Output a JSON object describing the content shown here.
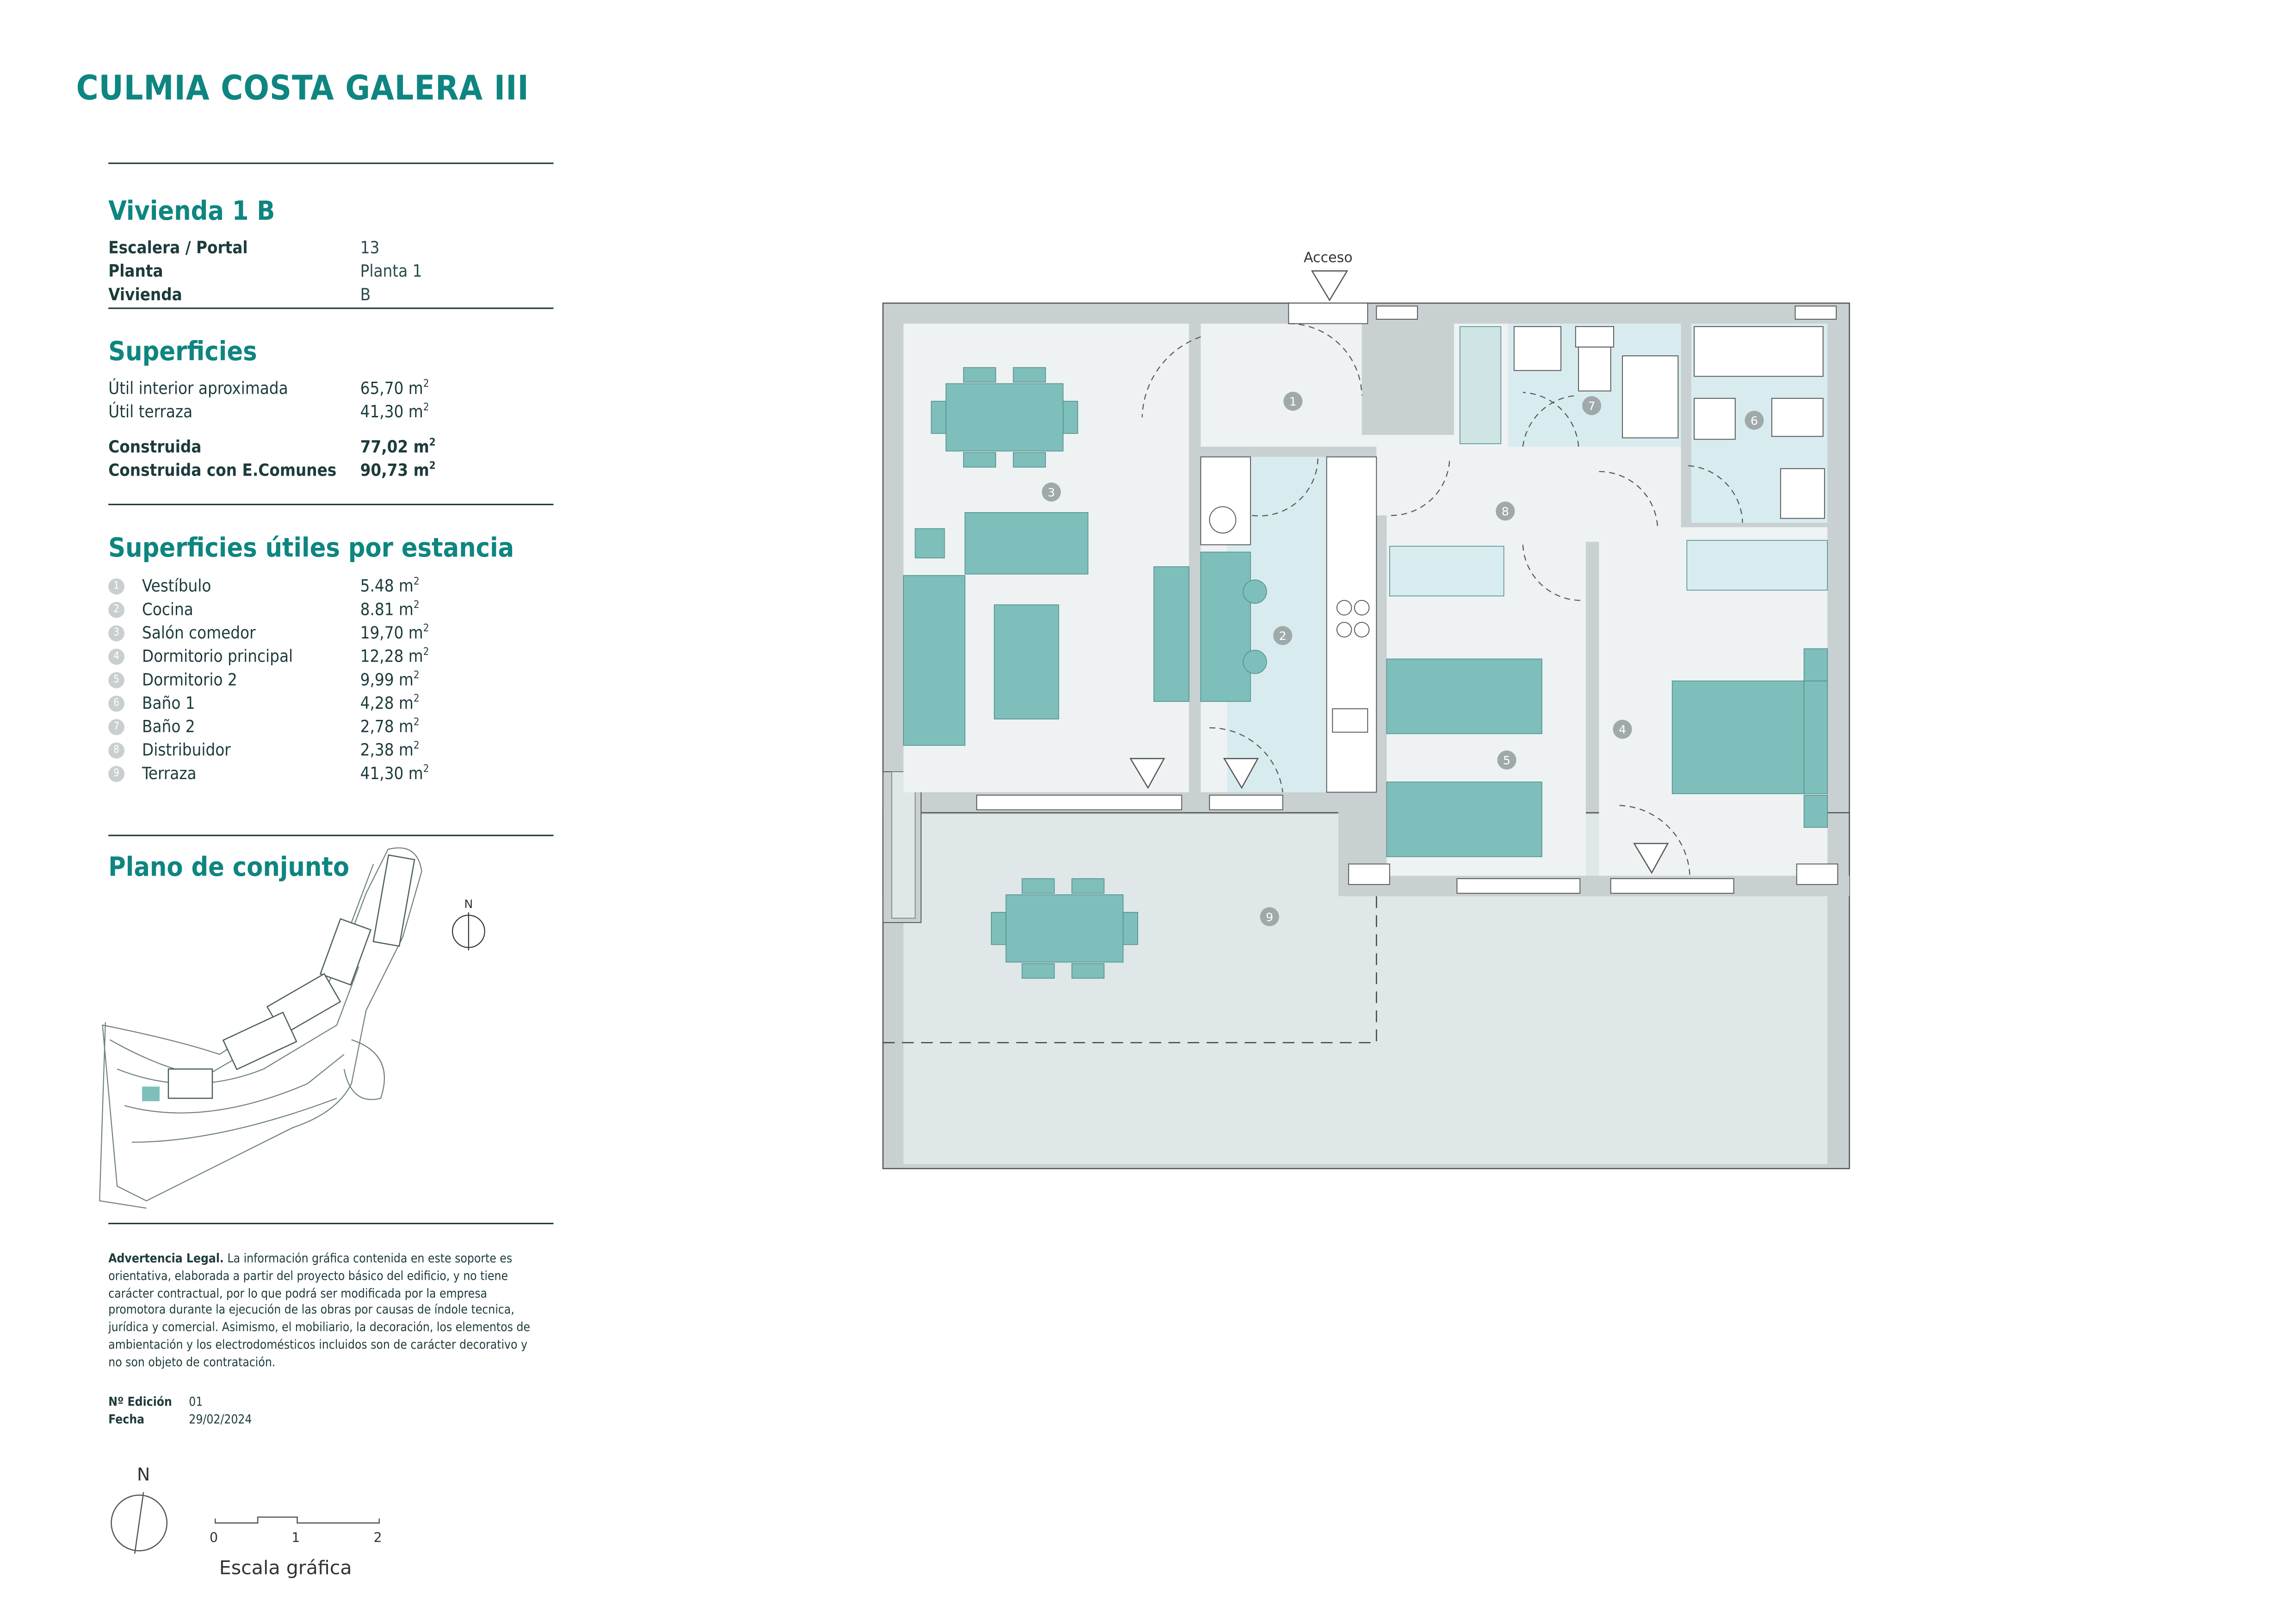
{
  "project_title": "CULMIA COSTA GALERA III",
  "unit": {
    "title": "Vivienda 1 B",
    "fields": [
      {
        "label": "Escalera / Portal",
        "value": "13"
      },
      {
        "label": "Planta",
        "value": "Planta 1"
      },
      {
        "label": "Vivienda",
        "value": "B"
      }
    ]
  },
  "surfaces": {
    "title": "Superficies",
    "items": [
      {
        "label": "Útil interior aproximada",
        "value": "65,70 m",
        "sup": "2",
        "bold": false
      },
      {
        "label": "Útil terraza",
        "value": "41,30 m",
        "sup": "2",
        "bold": false
      },
      {
        "label": "Construida",
        "value": "77,02 m",
        "sup": "2",
        "bold": true
      },
      {
        "label": "Construida con E.Comunes",
        "value": "90,73 m",
        "sup": "2",
        "bold": true
      }
    ]
  },
  "rooms": {
    "title": "Superficies útiles por estancia",
    "items": [
      {
        "n": "1",
        "label": "Vestíbulo",
        "value": "5.48 m",
        "sup": "2"
      },
      {
        "n": "2",
        "label": "Cocina",
        "value": "8.81 m",
        "sup": "2"
      },
      {
        "n": "3",
        "label": "Salón comedor",
        "value": "19,70 m",
        "sup": "2"
      },
      {
        "n": "4",
        "label": "Dormitorio principal",
        "value": "12,28 m",
        "sup": "2"
      },
      {
        "n": "5",
        "label": "Dormitorio 2",
        "value": "9,99 m",
        "sup": "2"
      },
      {
        "n": "6",
        "label": "Baño 1",
        "value": "4,28 m",
        "sup": "2"
      },
      {
        "n": "7",
        "label": "Baño 2",
        "value": "2,78 m",
        "sup": "2"
      },
      {
        "n": "8",
        "label": "Distribuidor",
        "value": "2,38 m",
        "sup": "2"
      },
      {
        "n": "9",
        "label": "Terraza",
        "value": "41,30 m",
        "sup": "2"
      }
    ]
  },
  "site_plan": {
    "title": "Plano de conjunto",
    "north": "N"
  },
  "legal": {
    "heading": "Advertencia Legal.",
    "text": "La información gráfica contenida en este soporte es orientativa, elaborada a partir del proyecto básico del edificio, y no tiene carácter contractual, por lo que podrá ser modificada por la empresa promotora durante la ejecución de las obras por causas de índole tecnica, jurídica y comercial. Asimismo, el mobiliario, la decoración, los elementos de ambientación y los electrodomésticos incluidos son de carácter decorativo y no son objeto de contratación."
  },
  "edition": {
    "label": "Nº Edición",
    "value": "01"
  },
  "date": {
    "label": "Fecha",
    "value": "29/02/2024"
  },
  "compass": {
    "label": "N"
  },
  "scale": {
    "ticks": [
      "0",
      "1",
      "2"
    ],
    "label": "Escala gráfica"
  },
  "plan": {
    "access_label": "Acceso",
    "room_numbers": [
      "1",
      "2",
      "3",
      "4",
      "5",
      "6",
      "7",
      "8",
      "9"
    ]
  },
  "colors": {
    "accent": "#0e8580",
    "furniture": "#7fbfbb",
    "wall": "#c9d0d1",
    "floor": "#eef2f3",
    "wet": "#d8ecef",
    "terrace": "#dfe7e8"
  }
}
